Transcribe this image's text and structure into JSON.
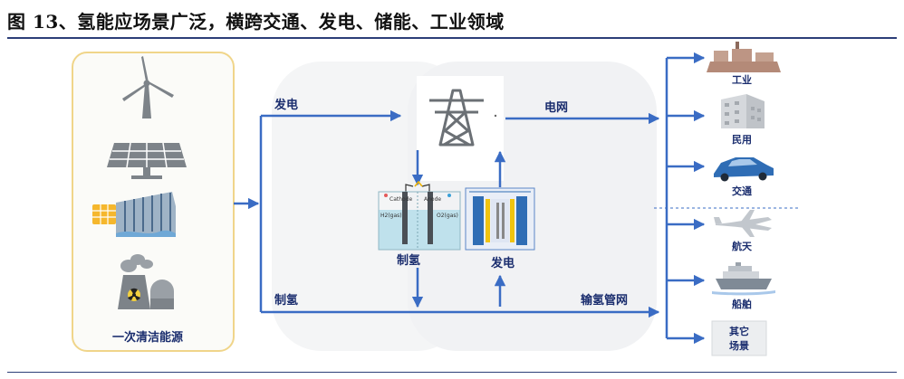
{
  "title": "图 13、氢能应场景广泛，横跨交通、发电、储能、工业领域",
  "source_label": "一次清洁能源",
  "flows": {
    "power_generation": "发电",
    "hydrogen_production": "制氢",
    "grid": "电网",
    "hydrogen_pipeline": "输氢管网"
  },
  "center": {
    "electrolysis_label": "制氢",
    "fuel_cell_label": "发电",
    "cathode": "Cathode",
    "anode": "Anode",
    "h2_gas": "H2(gas)",
    "o2_gas": "O2(gas)"
  },
  "applications": {
    "industry": "工业",
    "residential": "民用",
    "transport": "交通",
    "aerospace": "航天",
    "shipping": "船舶",
    "other_line1": "其它",
    "other_line2": "场景"
  },
  "colors": {
    "arrow": "#3a6cc4",
    "text": "#1a2d6e",
    "source_border": "#f0d58a",
    "rule": "#2c3e78"
  }
}
